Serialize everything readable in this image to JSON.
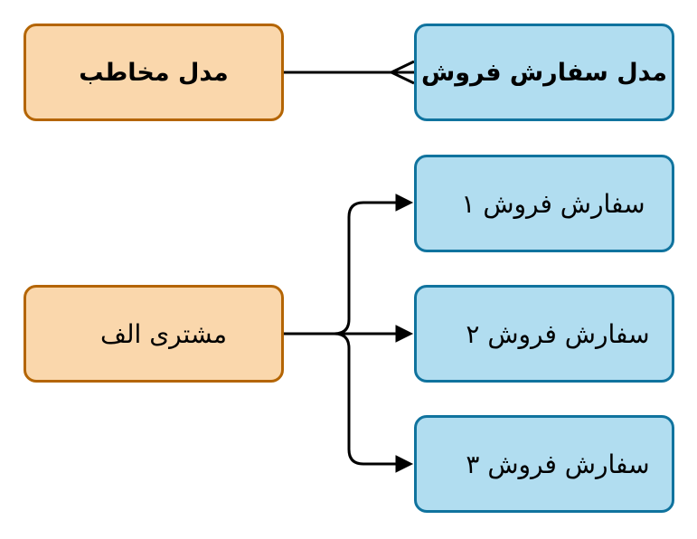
{
  "diagram": {
    "customer_model_label": "مدل مخاطب",
    "order_model_label": "مدل سفارش فروش",
    "customer_a_label": "مشتری الف",
    "order_1_label": "سفارش فروش ۱",
    "order_2_label": "سفارش فروش ۲",
    "order_3_label": "سفارش فروش ۳"
  },
  "colors": {
    "customer_fill": "#fad7ac",
    "customer_stroke": "#b46504",
    "order_fill": "#b1ddf0",
    "order_stroke": "#10739e",
    "connector": "#000000"
  }
}
